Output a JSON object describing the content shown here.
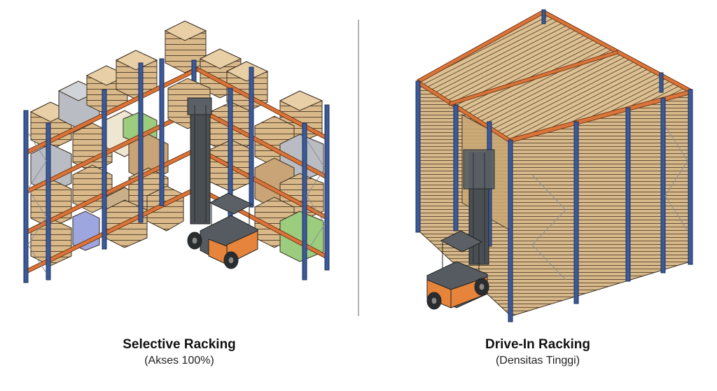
{
  "colors": {
    "upright_blue": "#3b5a9a",
    "beam_orange": "#d9743a",
    "box_tan": "#d9b98a",
    "box_tan_dark": "#b89366",
    "box_grey": "#b9bcc2",
    "box_green": "#9ccc7e",
    "box_purple": "#9ea6e0",
    "forklift_orange": "#e5843a",
    "forklift_grey": "#555b60",
    "divider": "#b4b4b4"
  },
  "panels": [
    {
      "id": "selective",
      "title": "Selective Racking",
      "subtitle": "(Akses 100%)",
      "illustration": "selective-racking-isometric"
    },
    {
      "id": "drive-in",
      "title": "Drive-In Racking",
      "subtitle": "(Densitas Tinggi)",
      "illustration": "drive-in-racking-isometric"
    }
  ]
}
